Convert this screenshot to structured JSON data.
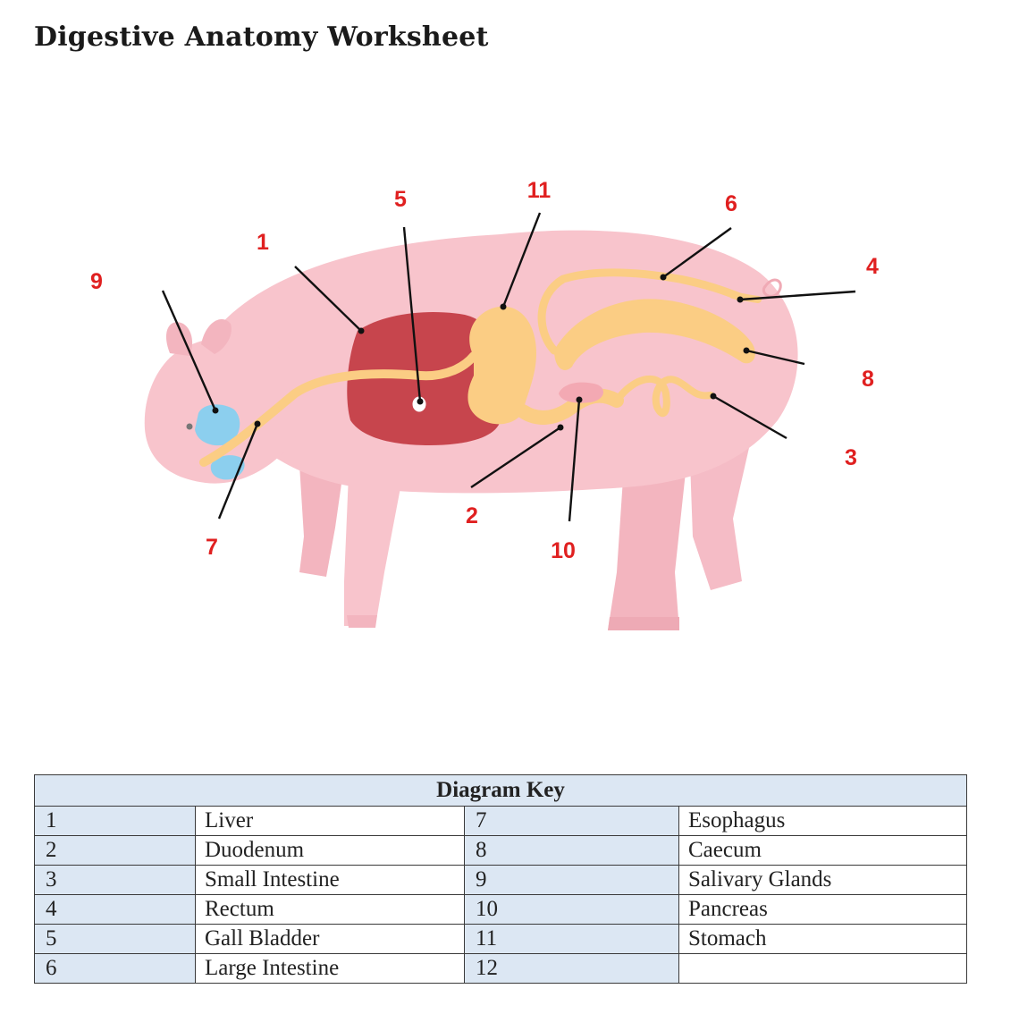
{
  "page": {
    "title": "Digestive Anatomy Worksheet"
  },
  "diagram": {
    "callouts": [
      {
        "label": "1"
      },
      {
        "label": "2"
      },
      {
        "label": "3"
      },
      {
        "label": "4"
      },
      {
        "label": "5"
      },
      {
        "label": "6"
      },
      {
        "label": "7"
      },
      {
        "label": "8"
      },
      {
        "label": "9"
      },
      {
        "label": "10"
      },
      {
        "label": "11"
      }
    ],
    "colors": {
      "body": "#f8c4cc",
      "liver": "#c7454d",
      "digestive_tract": "#fbcd84",
      "glands": "#8ccfee",
      "callout_text": "#e02020",
      "leader_line": "#111111"
    }
  },
  "key": {
    "title": "Diagram Key",
    "rows": [
      {
        "n1": "1",
        "t1": "Liver",
        "n2": "7",
        "t2": "Esophagus"
      },
      {
        "n1": "2",
        "t1": "Duodenum",
        "n2": "8",
        "t2": "Caecum"
      },
      {
        "n1": "3",
        "t1": "Small Intestine",
        "n2": "9",
        "t2": "Salivary Glands"
      },
      {
        "n1": "4",
        "t1": "Rectum",
        "n2": "10",
        "t2": "Pancreas"
      },
      {
        "n1": "5",
        "t1": "Gall Bladder",
        "n2": "11",
        "t2": "Stomach"
      },
      {
        "n1": "6",
        "t1": "Large Intestine",
        "n2": "12",
        "t2": ""
      }
    ],
    "colors": {
      "header_bg": "#dce7f3",
      "border": "#3a3a3a"
    }
  }
}
